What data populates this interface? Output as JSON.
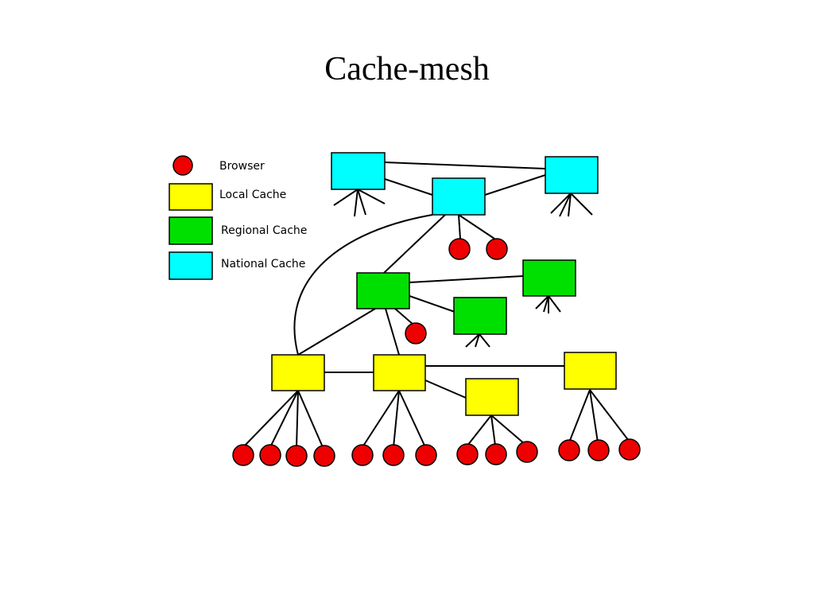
{
  "title": "Cache-mesh",
  "legend": {
    "browser": "Browser",
    "local": "Local Cache",
    "regional": "Regional Cache",
    "national": "National Cache"
  },
  "colors": {
    "browser": "#ee0000",
    "local": "#ffff00",
    "regional": "#00e000",
    "national": "#00ffff",
    "stroke": "#000000"
  }
}
